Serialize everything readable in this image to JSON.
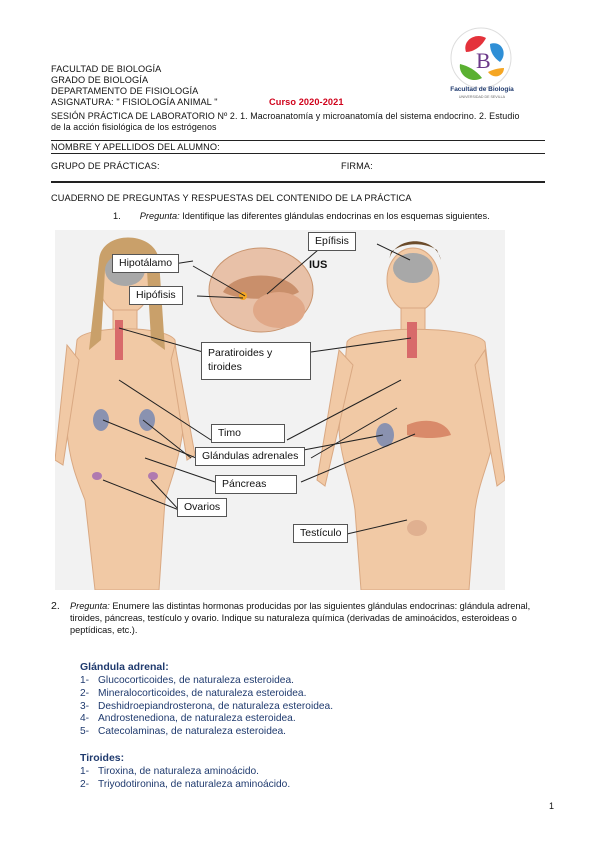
{
  "header": {
    "faculty": "FACULTAD DE BIOLOGÍA",
    "degree": "GRADO DE BIOLOGÍA",
    "department": "DEPARTAMENTO DE FISIOLOGÍA",
    "subject": "ASIGNATURA: \" FISIOLOGÍA ANIMAL \"",
    "course": "Curso 2020-2021",
    "session_line1": "SESIÓN PRÁCTICA DE LABORATORIO Nº 2. 1. Macroanatomía y microanatomía del sistema endocrino. 2. Estudio",
    "session_line2": "de la acción fisiológica de los estrógenos",
    "name_label": "NOMBRE Y APELLIDOS DEL ALUMNO:",
    "group_label": "GRUPO DE PRÁCTICAS:",
    "signature_label": "FIRMA:",
    "notebook_title": "CUADERNO DE PREGUNTAS Y RESPUESTAS DEL CONTENIDO DE LA PRÁCTICA"
  },
  "logo": {
    "caption": "Facultad de Biología",
    "subcaption": "UNIVERSIDAD DE SEVILLA",
    "letter": "B",
    "colors": [
      "#e4323b",
      "#2f8fd6",
      "#5ab031",
      "#f5a623"
    ]
  },
  "question1": {
    "number": "1.",
    "prefix": "Pregunta:",
    "text": " Identifique las diferentes glándulas endocrinas en los esquemas siguientes."
  },
  "diagram": {
    "labels": {
      "hipotalamo": "Hipotálamo",
      "epifisis": "Epífisis",
      "hipofisis": "Hipófisis",
      "paratiroides_line1": "Paratiroides y",
      "paratiroides_line2": "tiroides",
      "timo": "Timo",
      "adrenales": "Glándulas adrenales",
      "pancreas": "Páncreas",
      "ovarios": "Ovarios",
      "testiculo": "Testículo",
      "stray": "IUS"
    }
  },
  "question2": {
    "number": "2.",
    "prefix": "Pregunta:",
    "text_line1": " Enumere las distintas hormonas producidas por las siguientes glándulas endocrinas: glándula adrenal,",
    "text_line2": "tiroides, páncreas, testículo y ovario. Indique su naturaleza química (derivadas de aminoácidos, esteroideas o",
    "text_line3": "peptídicas, etc.)."
  },
  "answers": {
    "adrenal_title": "Glándula adrenal:",
    "adrenal": [
      {
        "n": "1-",
        "text": "Glucocorticoides, de naturaleza esteroidea."
      },
      {
        "n": "2-",
        "text": "Mineralocorticoides, de naturaleza esteroidea."
      },
      {
        "n": "3-",
        "text": "Deshidroepiandrosterona, de naturaleza esteroidea."
      },
      {
        "n": "4-",
        "text": "Androstenediona, de naturaleza esteroidea."
      },
      {
        "n": "5-",
        "text": "Catecolaminas, de naturaleza esteroidea."
      }
    ],
    "thyroid_title": "Tiroides:",
    "thyroid": [
      {
        "n": "1-",
        "text": "Tiroxina, de naturaleza aminoácido."
      },
      {
        "n": "2-",
        "text": "Triyodotironina, de naturaleza aminoácido."
      }
    ]
  },
  "page_number": "1"
}
